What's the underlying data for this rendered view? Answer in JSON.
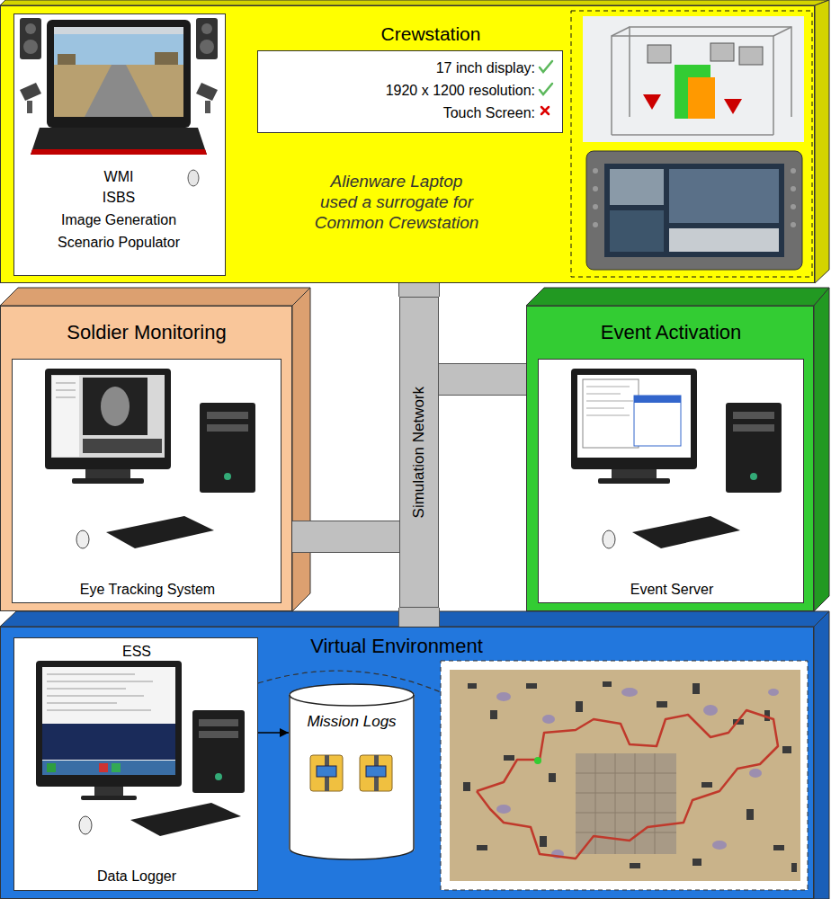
{
  "diagram": {
    "nodes": [
      {
        "text": [
          "Crewstation",
          "Alienware Laptop used a surrogate for Common Crewstation"
        ]
      },
      {
        "text": [
          "WMI",
          "ISBS",
          "Image Generation",
          "Scenario Populator"
        ],
        "in": 0
      },
      {
        "text": [
          "17 inch display:",
          "1920 x 1200 resolution:",
          "Touch Screen:"
        ],
        "in": 0
      },
      {
        "text": [
          "Soldier Monitoring"
        ]
      },
      {
        "text": [
          "Eye Tracking System"
        ],
        "in": 3
      },
      {
        "text": [
          "Simulation Network"
        ]
      },
      {
        "text": [
          "Event Activation"
        ]
      },
      {
        "text": [
          "Event Server"
        ],
        "in": 6
      },
      {
        "text": [
          "Virtual Environment"
        ]
      },
      {
        "text": [
          "ESS",
          "Data Logger"
        ],
        "in": 8
      },
      {
        "text": [
          "Mission Logs"
        ],
        "in": 8
      }
    ],
    "edges": [
      {
        "from": 5,
        "to": 0,
        "arrow": "none"
      },
      {
        "from": 5,
        "to": 3,
        "arrow": "none"
      },
      {
        "from": 5,
        "to": 6,
        "arrow": "none"
      },
      {
        "from": 5,
        "to": 8,
        "arrow": "none"
      },
      {
        "from": 9,
        "to": 10,
        "arrow": "to"
      }
    ]
  }
}
